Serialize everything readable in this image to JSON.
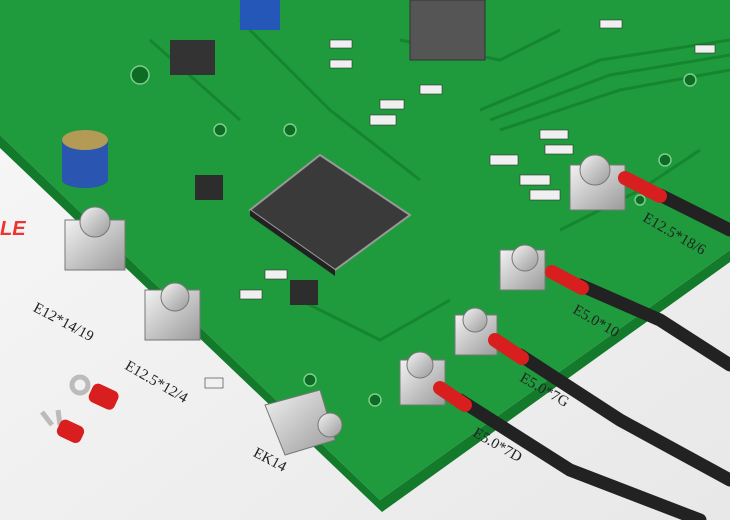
{
  "labels": {
    "e12_14_19": "E12*14/19",
    "e12_5_12_4": "E12.5*12/4",
    "ek14": "EK14",
    "e5_7d": "E5.0*7D",
    "e5_7g": "E5.0*7G",
    "e5_10": "E5.0*10",
    "e12_5_18_6": "E12.5*18/6"
  },
  "colors": {
    "pcb": "#1f9a3c",
    "pcb_edge": "#137a2b",
    "wire": "#222222",
    "sleeve": "#d81e1e",
    "metal": "#c9c9c9",
    "chip": "#3a3a3a"
  }
}
